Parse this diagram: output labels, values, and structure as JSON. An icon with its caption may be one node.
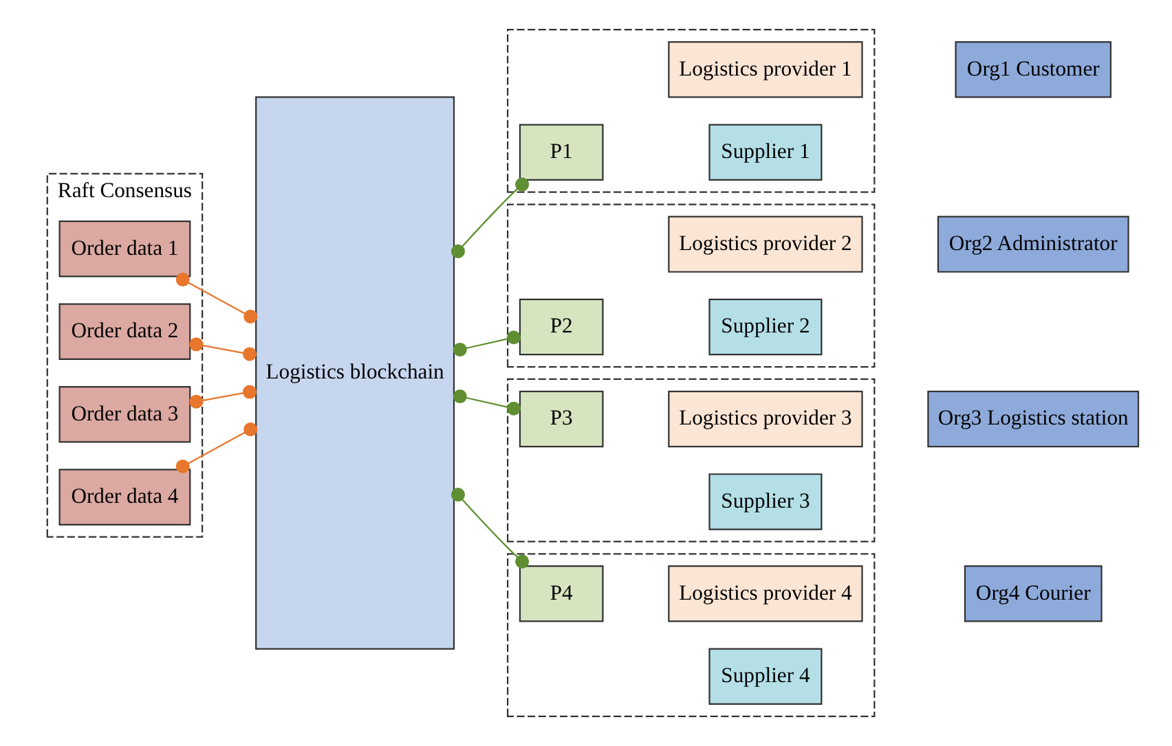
{
  "diagram": {
    "nodes": [
      {
        "text": [
          "Raft Consensus"
        ]
      },
      {
        "text": [
          "Order data 1"
        ],
        "in": 0
      },
      {
        "text": [
          "Order data 2"
        ],
        "in": 0
      },
      {
        "text": [
          "Order data 3"
        ],
        "in": 0
      },
      {
        "text": [
          "Order data 4"
        ],
        "in": 0
      },
      {
        "text": [
          "Logistics blockchain"
        ]
      },
      {
        "text": [],
        "shape": "box"
      },
      {
        "text": [
          "P1"
        ],
        "in": 6
      },
      {
        "text": [
          "Supplier 1"
        ],
        "in": 6
      },
      {
        "text": [
          "Logistics provider 1"
        ],
        "in": 6
      },
      {
        "text": [
          "Org1 Customer"
        ]
      },
      {
        "text": [],
        "shape": "box"
      },
      {
        "text": [
          "P2"
        ],
        "in": 11
      },
      {
        "text": [
          "Supplier 2"
        ],
        "in": 11
      },
      {
        "text": [
          "Logistics provider 2"
        ],
        "in": 11
      },
      {
        "text": [
          "Org2 Administrator"
        ]
      },
      {
        "text": [],
        "shape": "box"
      },
      {
        "text": [
          "P3"
        ],
        "in": 16
      },
      {
        "text": [
          "Supplier 3"
        ],
        "in": 16
      },
      {
        "text": [
          "Logistics provider 3"
        ],
        "in": 16
      },
      {
        "text": [
          "Org3 Logistics station"
        ]
      },
      {
        "text": [],
        "shape": "box"
      },
      {
        "text": [
          "P4"
        ],
        "in": 21
      },
      {
        "text": [
          "Supplier 4"
        ],
        "in": 21
      },
      {
        "text": [
          "Logistics provider 4"
        ],
        "in": 21
      },
      {
        "text": [
          "Org4 Courier"
        ]
      }
    ],
    "edges": [
      {
        "from": 1,
        "to": 5,
        "arrow": "other",
        "color": "#e8762c"
      },
      {
        "from": 2,
        "to": 5,
        "arrow": "other",
        "color": "#e8762c"
      },
      {
        "from": 3,
        "to": 5,
        "arrow": "other",
        "color": "#e8762c"
      },
      {
        "from": 4,
        "to": 5,
        "arrow": "other",
        "color": "#e8762c"
      },
      {
        "from": 5,
        "to": 7,
        "arrow": "other",
        "color": "#5f8f32"
      },
      {
        "from": 5,
        "to": 12,
        "arrow": "other",
        "color": "#5f8f32"
      },
      {
        "from": 5,
        "to": 17,
        "arrow": "other",
        "color": "#5f8f32"
      },
      {
        "from": 5,
        "to": 22,
        "arrow": "other",
        "color": "#5f8f32"
      }
    ]
  }
}
